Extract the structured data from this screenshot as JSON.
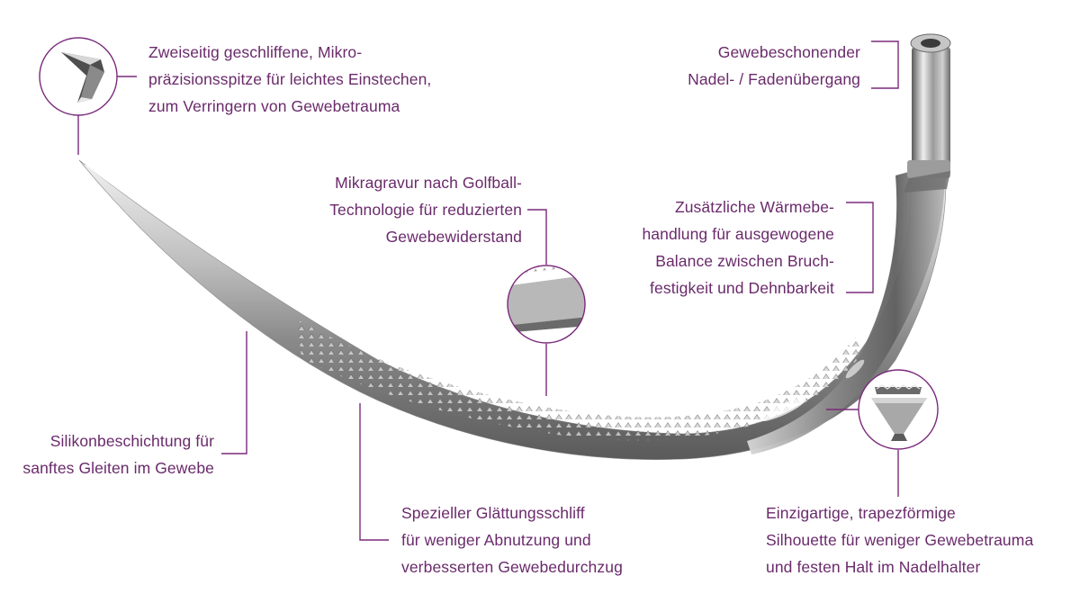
{
  "colors": {
    "accent": "#7a2a7c",
    "label_text": "#6a2a6b",
    "needle_light": "#e6e6e6",
    "needle_dark": "#6b6b6b"
  },
  "annotations": {
    "tip": {
      "lines": [
        "Zweiseitig geschliffene, Mikro-",
        "präzisionsspitze für leichtes Einstechen,",
        "zum Verringern von Gewebetrauma"
      ]
    },
    "transition": {
      "lines": [
        "Gewebeschonender",
        "Nadel- / Fadenübergang"
      ]
    },
    "micro_engraving": {
      "lines": [
        "Mikragravur nach Golfball-",
        "Technologie für reduzierten",
        "Gewebewiderstand"
      ]
    },
    "heat_treatment": {
      "lines": [
        "Zusätzliche Wärmebe-",
        "handlung für ausgewogene",
        "Balance zwischen Bruch-",
        "festigkeit und Dehnbarkeit"
      ]
    },
    "silicone": {
      "lines": [
        "Silikonbeschichtung für",
        "sanftes Gleiten im Gewebe"
      ]
    },
    "smoothing": {
      "lines": [
        "Spezieller Glättungsschliff",
        "für weniger Abnutzung und",
        "verbesserten Gewebedurchzug"
      ]
    },
    "trapezoid": {
      "lines": [
        "Einzigartige, trapezförmige",
        "Silhouette für weniger Gewebetrauma",
        "und festen Halt im Nadelhalter"
      ]
    }
  }
}
